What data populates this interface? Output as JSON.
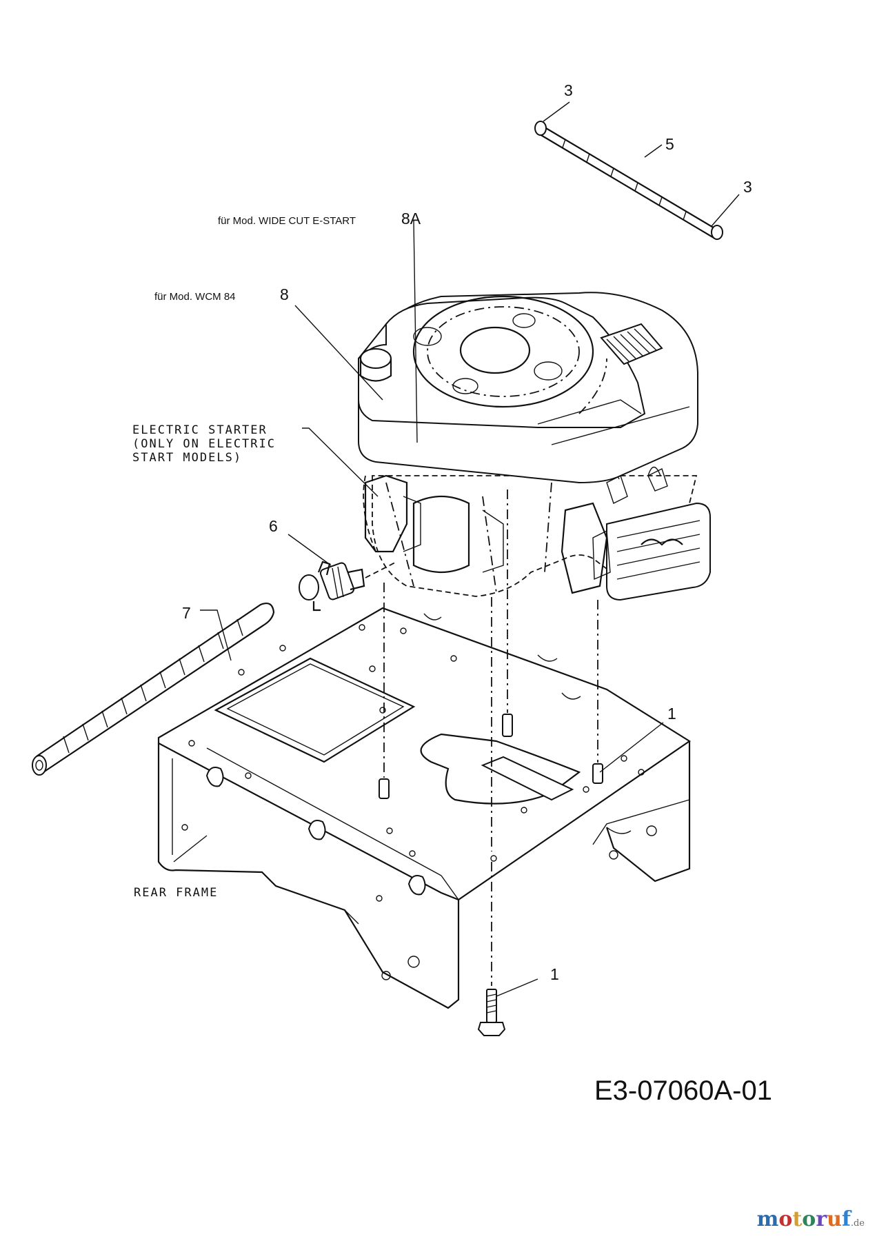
{
  "labels": {
    "callout_3_top": "3",
    "callout_5": "5",
    "callout_3_right": "3",
    "callout_8a": "8A",
    "callout_8": "8",
    "callout_6": "6",
    "callout_7": "7",
    "callout_1_right": "1",
    "callout_1_bottom": "1"
  },
  "notes": {
    "wide_cut": "für Mod. WIDE CUT E-START",
    "wcm": "für Mod. WCM 84",
    "starter_line1": "ELECTRIC STARTER",
    "starter_line2": "(ONLY ON ELECTRIC",
    "starter_line3": "START MODELS)",
    "rear_frame": "REAR FRAME"
  },
  "drawing_code": "E3-07060A-01",
  "brand": {
    "name": "motoruf",
    "tld": ".de",
    "colors": [
      "#2b6cb0",
      "#c53030",
      "#d69e2e",
      "#2f855a",
      "#6b46c1",
      "#dd6b20",
      "#3182ce"
    ]
  },
  "icons": [
    "engine-icon",
    "fuel-line-icon",
    "fuel-filter-icon",
    "hose-clamp-icon",
    "bolt-icon",
    "stud-icon"
  ]
}
